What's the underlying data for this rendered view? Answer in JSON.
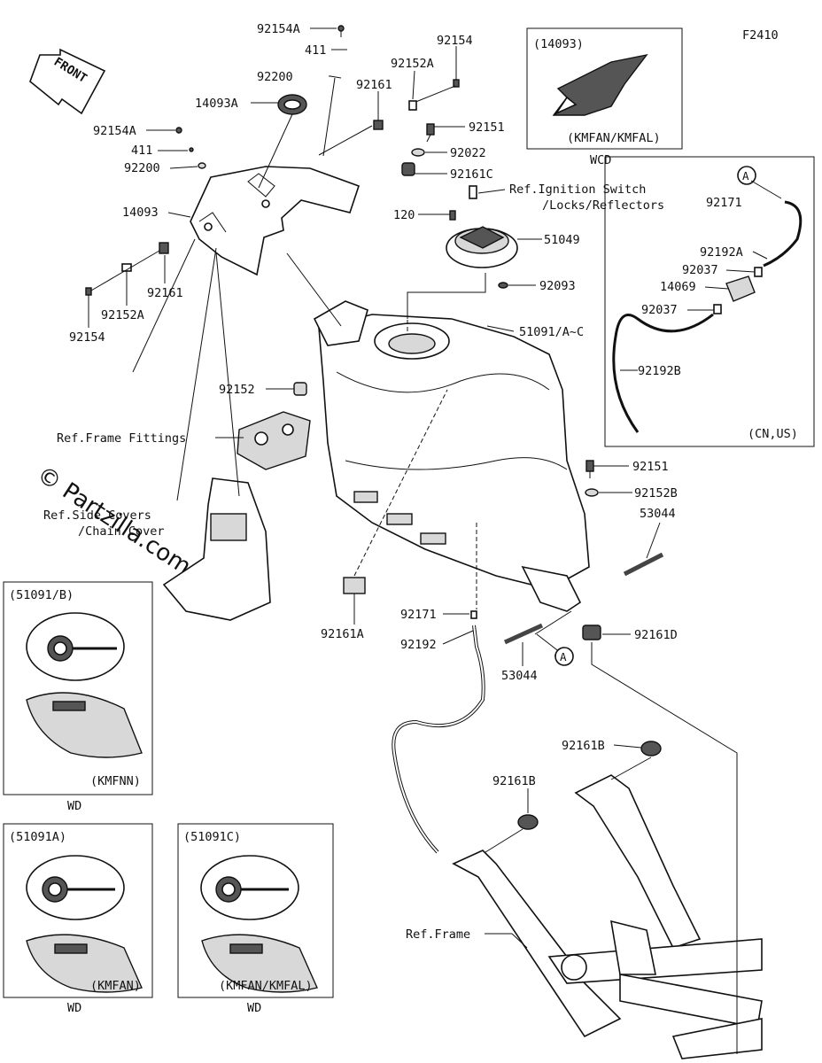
{
  "figure_code": "F2410",
  "front_label": "FRONT",
  "watermark": "© Partzilla.com",
  "callout_a": "A",
  "parts": {
    "p92154A_top": "92154A",
    "p411_top": "411",
    "p92200_top": "92200",
    "p14093A": "14093A",
    "p92154_top": "92154",
    "p92152A_top": "92152A",
    "p92161_top": "92161",
    "p92151_top": "92151",
    "p92022": "92022",
    "p92161C": "92161C",
    "p92154A_left": "92154A",
    "p411_left": "411",
    "p92200_left": "92200",
    "p14093": "14093",
    "p120": "120",
    "p51049": "51049",
    "p92093": "92093",
    "p92161_left": "92161",
    "p92152A_left": "92152A",
    "p92154_left": "92154",
    "p51091": "51091/A~C",
    "p92152": "92152",
    "p92151_right": "92151",
    "p92152B": "92152B",
    "p53044_right": "53044",
    "p92171": "92171",
    "p92192": "92192",
    "p92161A": "92161A",
    "p92161D": "92161D",
    "p53044_bottom": "53044",
    "p92161B_right": "92161B",
    "p92161B_left": "92161B"
  },
  "references": {
    "ignition_line1": "Ref.Ignition Switch",
    "ignition_line2": "/Locks/Reflectors",
    "frame_fittings": "Ref.Frame Fittings",
    "side_covers_line1": "Ref.Side Covers",
    "side_covers_line2": "/Chain Cover",
    "frame": "Ref.Frame"
  },
  "inset_wcd": {
    "title": "(14093)",
    "model": "(KMFAN/KMFAL)",
    "caption": "WCD"
  },
  "inset_cnus": {
    "p92171": "92171",
    "p92192A": "92192A",
    "p92037_a": "92037",
    "p14069": "14069",
    "p92037_b": "92037",
    "p92192B": "92192B",
    "region": "(CN,US)"
  },
  "inset_51091b": {
    "title": "(51091/B)",
    "model": "(KMFNN)",
    "caption": "WD"
  },
  "inset_51091a": {
    "title": "(51091A)",
    "model": "(KMFAN)",
    "caption": "WD"
  },
  "inset_51091c": {
    "title": "(51091C)",
    "model": "(KMFAN/KMFAL)",
    "caption": "WD"
  }
}
